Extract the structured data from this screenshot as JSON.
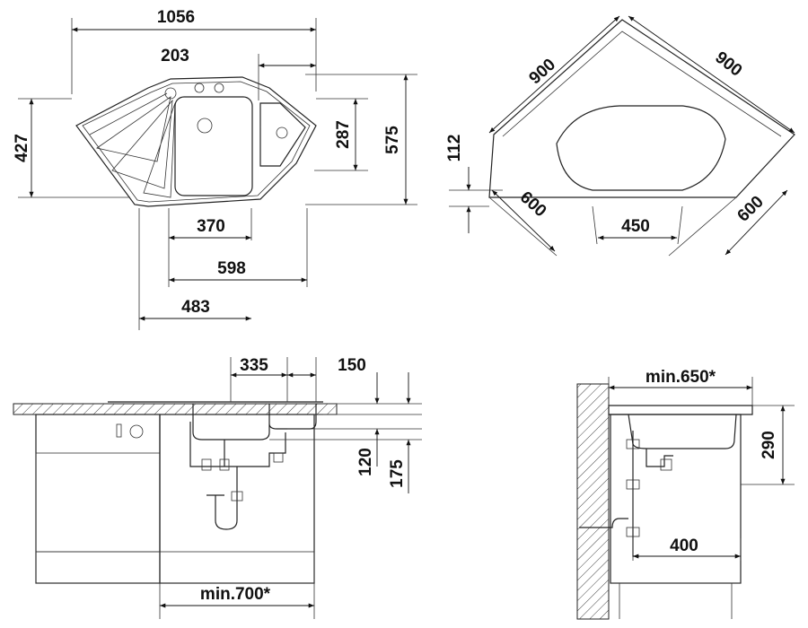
{
  "top_view": {
    "width_total": "1056",
    "offset_203": "203",
    "depth_427": "427",
    "bowl_depth_287": "287",
    "depth_575": "575",
    "bowl_width_370": "370",
    "width_598": "598",
    "width_483": "483"
  },
  "corner_view": {
    "side_left": "900",
    "side_right": "900",
    "depth_112": "112",
    "leg_left": "600",
    "leg_right": "600",
    "front_450": "450"
  },
  "front_section": {
    "bowl_335": "335",
    "bowl_150": "150",
    "height_120": "120",
    "height_175": "175",
    "cabinet_min": "min.700*"
  },
  "side_section": {
    "cabinet_min": "min.650*",
    "height_290": "290",
    "drain_400": "400"
  }
}
